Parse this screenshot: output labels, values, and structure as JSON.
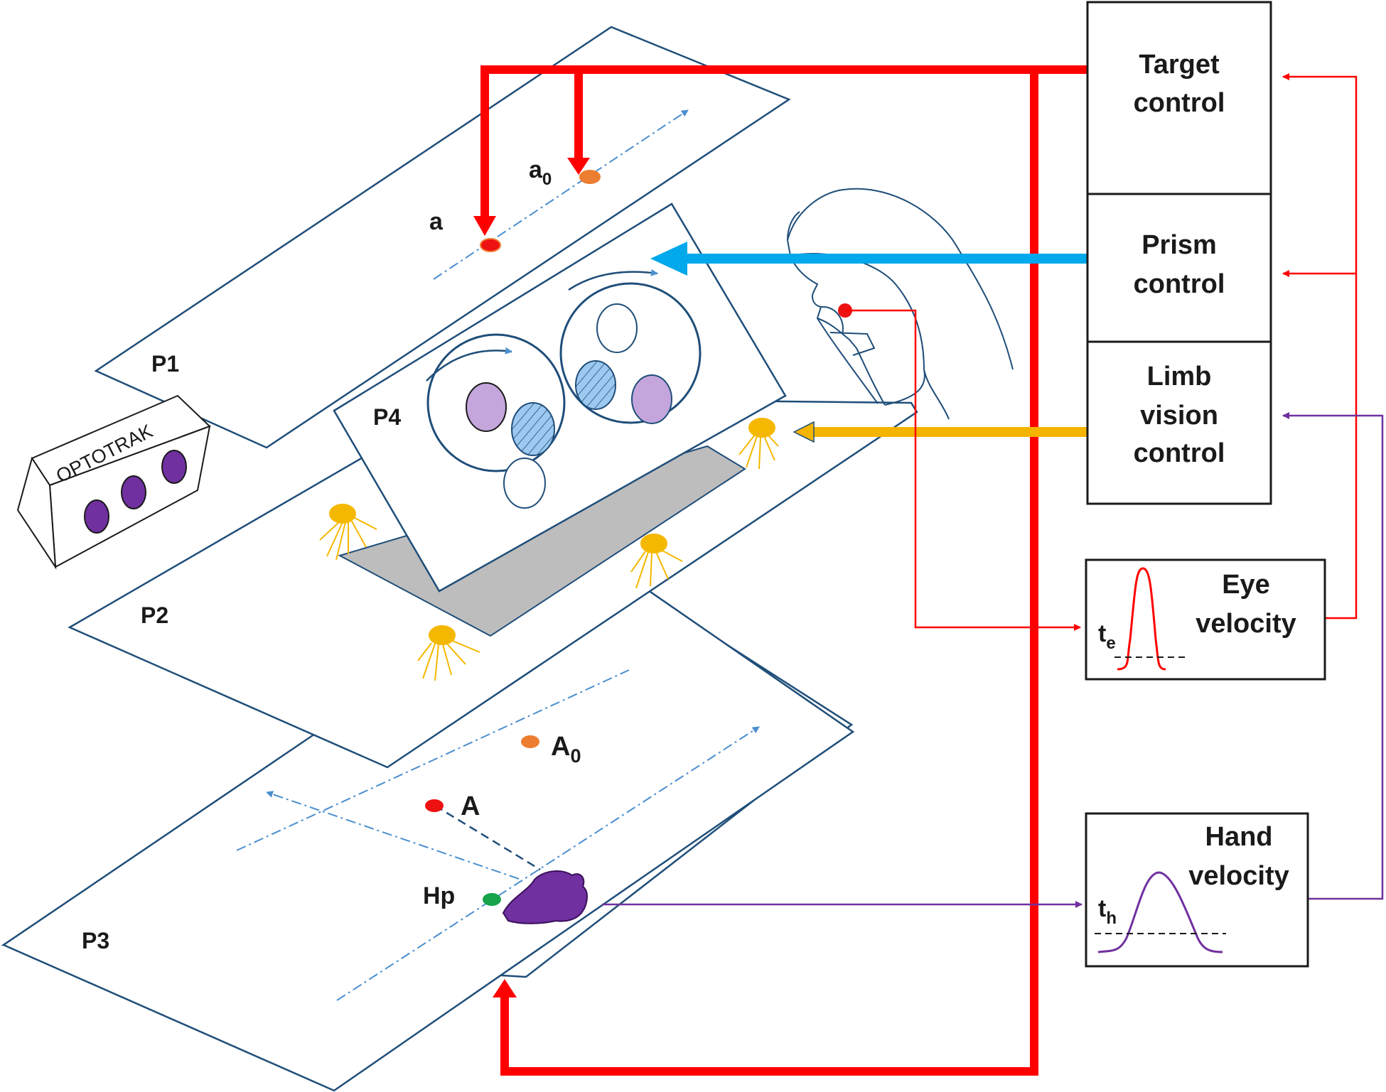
{
  "colors": {
    "plane_stroke": "#1f4e79",
    "dashdot": "#4a8fcf",
    "red": "#ff0000",
    "blue_arrow": "#00a8ec",
    "orange_arrow": "#f5b400",
    "purple": "#7030a0",
    "target_dot": "#ee1111",
    "start_dot": "#ed7d31",
    "hand_dot": "#16a34a",
    "lamp": "#f5b800",
    "shadow": "#bdbdbd",
    "lavender": "#c4a6dc",
    "hatched": "#9dc8ef"
  },
  "planes": {
    "p1": "P1",
    "p2": "P2",
    "p3": "P3",
    "p4": "P4"
  },
  "targets": {
    "a": "a",
    "a0_base": "a",
    "a0_sub": "0",
    "A": "A",
    "A0_base": "A",
    "A0_sub": "0",
    "hp": "Hp"
  },
  "optotrak": "OPTOTRAK",
  "boxes": {
    "target_control": [
      "Target",
      "control"
    ],
    "prism_control": [
      "Prism",
      "control"
    ],
    "limb_vision_control": [
      "Limb",
      "vision",
      "control"
    ]
  },
  "eye_velocity": {
    "title": [
      "Eye",
      "velocity"
    ],
    "threshold_base": "t",
    "threshold_sub": "e"
  },
  "hand_velocity": {
    "title": [
      "Hand",
      "velocity"
    ],
    "threshold_base": "t",
    "threshold_sub": "h"
  }
}
